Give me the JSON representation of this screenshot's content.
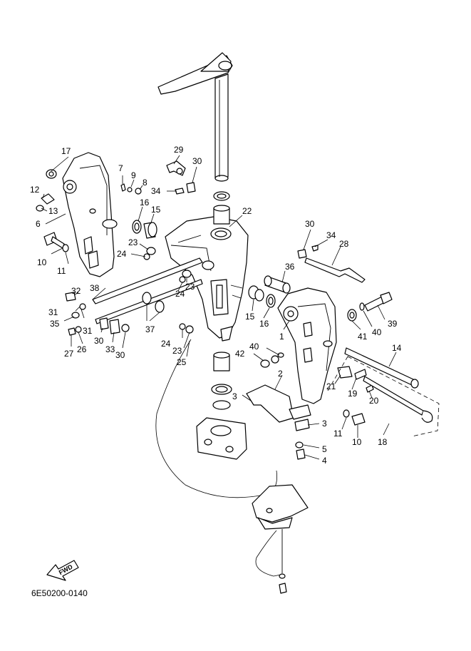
{
  "diagram_code": "6E50200-0140",
  "fwd_label": "FWD",
  "callouts": {
    "c17": "17",
    "c12": "12",
    "c13": "13",
    "c6": "6",
    "c10a": "10",
    "c11a": "11",
    "c7": "7",
    "c9": "9",
    "c8": "8",
    "c29": "29",
    "c30a": "30",
    "c34a": "34",
    "c16a": "16",
    "c15a": "15",
    "c22": "22",
    "c23a": "23",
    "c24a": "24",
    "c38": "38",
    "c32": "32",
    "c31a": "31",
    "c31b": "31",
    "c35": "35",
    "c27": "27",
    "c26": "26",
    "c30b": "30",
    "c33": "33",
    "c30c": "30",
    "c37": "37",
    "c24b": "24",
    "c23b": "23",
    "c23c": "23",
    "c24c": "24",
    "c25": "25",
    "c30d": "30",
    "c34b": "34",
    "c28": "28",
    "c36": "36",
    "c15b": "15",
    "c16b": "16",
    "c1": "1",
    "c41": "41",
    "c40a": "40",
    "c39": "39",
    "c40b": "40",
    "c42": "42",
    "c14": "14",
    "c2": "2",
    "c21": "21",
    "c19": "19",
    "c20": "20",
    "c3a": "3",
    "c3b": "3",
    "c11b": "11",
    "c10b": "10",
    "c18": "18",
    "c5": "5",
    "c4": "4"
  }
}
